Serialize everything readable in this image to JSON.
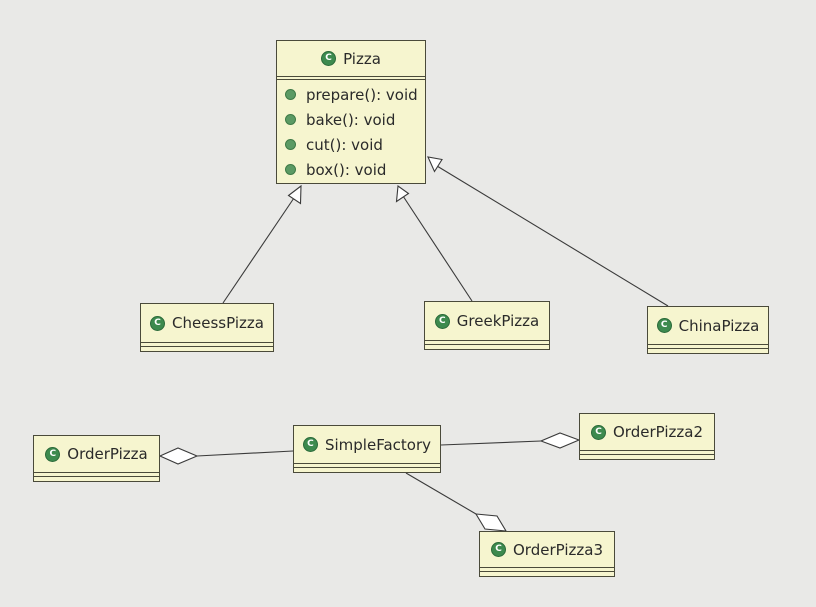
{
  "diagram": {
    "classes": {
      "pizza": {
        "name": "Pizza",
        "icon": "class-icon",
        "icon_glyph": "C",
        "operations": [
          "prepare(): void",
          "bake(): void",
          "cut(): void",
          "box(): void"
        ]
      },
      "cheess": {
        "name": "CheessPizza",
        "icon": "class-icon",
        "icon_glyph": "C"
      },
      "greek": {
        "name": "GreekPizza",
        "icon": "class-icon",
        "icon_glyph": "C"
      },
      "china": {
        "name": "ChinaPizza",
        "icon": "class-icon",
        "icon_glyph": "C"
      },
      "factory": {
        "name": "SimpleFactory",
        "icon": "class-icon",
        "icon_glyph": "C"
      },
      "order1": {
        "name": "OrderPizza",
        "icon": "class-icon",
        "icon_glyph": "C"
      },
      "order2": {
        "name": "OrderPizza2",
        "icon": "class-icon",
        "icon_glyph": "C"
      },
      "order3": {
        "name": "OrderPizza3",
        "icon": "class-icon",
        "icon_glyph": "C"
      }
    },
    "relationships": [
      {
        "type": "generalization",
        "from": "CheessPizza",
        "to": "Pizza"
      },
      {
        "type": "generalization",
        "from": "GreekPizza",
        "to": "Pizza"
      },
      {
        "type": "generalization",
        "from": "ChinaPizza",
        "to": "Pizza"
      },
      {
        "type": "aggregation",
        "whole": "OrderPizza",
        "part": "SimpleFactory"
      },
      {
        "type": "aggregation",
        "whole": "OrderPizza2",
        "part": "SimpleFactory"
      },
      {
        "type": "aggregation",
        "whole": "OrderPizza3",
        "part": "SimpleFactory"
      }
    ],
    "colors": {
      "background": "#e9e9e7",
      "class_fill": "#f6f5cf",
      "border": "#4a4a3a",
      "icon": "#3d8a4e"
    }
  }
}
